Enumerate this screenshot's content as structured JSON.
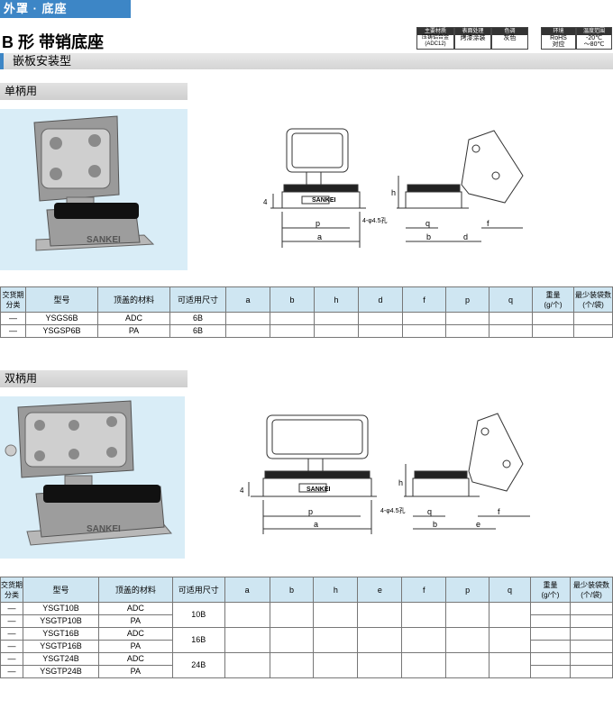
{
  "header": {
    "category": "外罩 · 底座",
    "title": "B 形 带销底座",
    "subtitle": "嵌板安装型"
  },
  "specs": [
    {
      "label": "主要材质",
      "value": "压铸铝合金\n(ADC12)"
    },
    {
      "label": "表面处理",
      "value": "烤漆涂装"
    },
    {
      "label": "色调",
      "value": "灰色"
    },
    {
      "label": "环境",
      "value": "RoHS\n对应"
    },
    {
      "label": "温度范围",
      "value": "-20℃\n～80℃"
    }
  ],
  "sections": [
    {
      "label": "单柄用",
      "brand": "SANKEI",
      "hole_note": "4-φ4.5孔",
      "dims": {
        "a": "a",
        "b": "b",
        "h": "h",
        "d": "d",
        "f": "f",
        "p": "p",
        "q": "q",
        "t": "4"
      },
      "table": {
        "headers": [
          "交货期\n分类",
          "型号",
          "顶盖的材料",
          "可适用尺寸",
          "a",
          "b",
          "h",
          "d",
          "f",
          "p",
          "q",
          "重量\n(g/个)",
          "最少装袋数\n(个/袋)"
        ],
        "rows": [
          {
            "lead": "—",
            "model": "YSGS6B",
            "material": "ADC",
            "size": "6B"
          },
          {
            "lead": "—",
            "model": "YSGSP6B",
            "material": "PA",
            "size": "6B"
          }
        ]
      }
    },
    {
      "label": "双柄用",
      "brand": "SANKEI",
      "hole_note": "4-φ4.5孔",
      "dims": {
        "a": "a",
        "b": "b",
        "h": "h",
        "e": "e",
        "f": "f",
        "p": "p",
        "q": "q",
        "t": "4"
      },
      "table": {
        "headers": [
          "交货期\n分类",
          "型号",
          "顶盖的材料",
          "可适用尺寸",
          "a",
          "b",
          "h",
          "e",
          "f",
          "p",
          "q",
          "重量\n(g/个)",
          "最少装袋数\n(个/袋)"
        ],
        "rows": [
          {
            "lead": "—",
            "model": "YSGT10B",
            "material": "ADC",
            "size": "10B"
          },
          {
            "lead": "—",
            "model": "YSGTP10B",
            "material": "PA",
            "size": ""
          },
          {
            "lead": "—",
            "model": "YSGT16B",
            "material": "ADC",
            "size": "16B"
          },
          {
            "lead": "—",
            "model": "YSGTP16B",
            "material": "PA",
            "size": ""
          },
          {
            "lead": "—",
            "model": "YSGT24B",
            "material": "ADC",
            "size": "24B"
          },
          {
            "lead": "—",
            "model": "YSGTP24B",
            "material": "PA",
            "size": ""
          }
        ]
      }
    }
  ],
  "colors": {
    "accent": "#3d86c6",
    "photo_bg": "#d9edf7",
    "header_bg": "#cfe6f2"
  }
}
